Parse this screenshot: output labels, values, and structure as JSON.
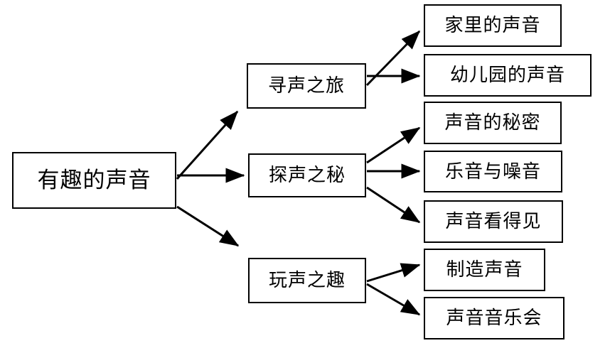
{
  "diagram": {
    "type": "tree-mindmap",
    "orientation": "left-to-right",
    "background_color": "#ffffff",
    "stroke_color": "#000000",
    "text_color": "#000000",
    "root": {
      "id": "root",
      "label": "有趣的声音"
    },
    "branches": [
      {
        "id": "b1",
        "label": "寻声之旅",
        "children": [
          {
            "id": "l1",
            "label": "家里的声音"
          },
          {
            "id": "l2",
            "label": "幼儿园的声音"
          }
        ]
      },
      {
        "id": "b2",
        "label": "探声之秘",
        "children": [
          {
            "id": "l3",
            "label": "声音的秘密"
          },
          {
            "id": "l4",
            "label": "乐音与噪音"
          },
          {
            "id": "l5",
            "label": "声音看得见"
          }
        ]
      },
      {
        "id": "b3",
        "label": "玩声之趣",
        "children": [
          {
            "id": "l6",
            "label": "制造声音"
          },
          {
            "id": "l7",
            "label": "声音音乐会"
          }
        ]
      }
    ],
    "edges": [
      {
        "from": "root",
        "to": "b1",
        "style": "arrow-diagonal-up"
      },
      {
        "from": "root",
        "to": "b2",
        "style": "arrow-horizontal"
      },
      {
        "from": "root",
        "to": "b3",
        "style": "arrow-diagonal-down"
      },
      {
        "from": "b1",
        "to": "l1",
        "style": "arrow-diagonal-up"
      },
      {
        "from": "b1",
        "to": "l2",
        "style": "arrow-horizontal"
      },
      {
        "from": "b2",
        "to": "l3",
        "style": "arrow-diagonal-up"
      },
      {
        "from": "b2",
        "to": "l4",
        "style": "arrow-horizontal"
      },
      {
        "from": "b2",
        "to": "l5",
        "style": "arrow-diagonal-down"
      },
      {
        "from": "b3",
        "to": "l6",
        "style": "arrow-diagonal-up"
      },
      {
        "from": "b3",
        "to": "l7",
        "style": "arrow-diagonal-down"
      }
    ]
  }
}
